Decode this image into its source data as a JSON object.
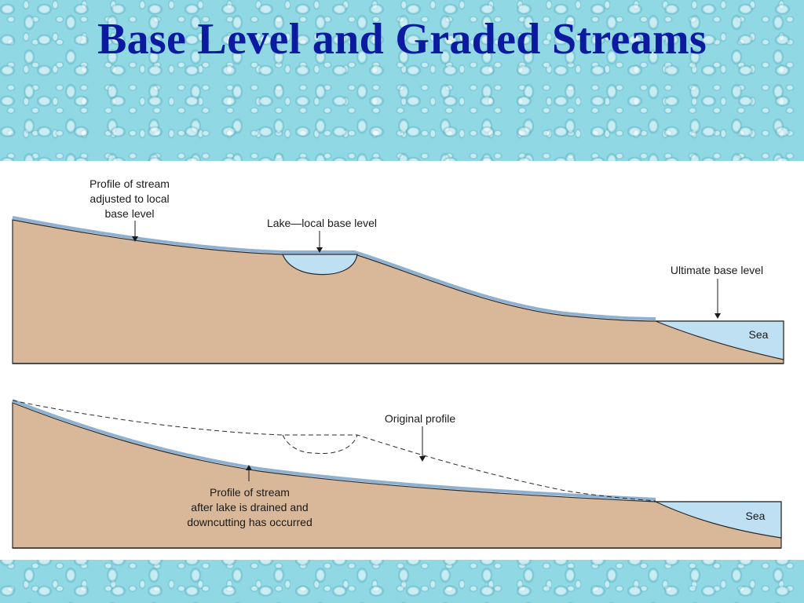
{
  "slide": {
    "title": "Base Level and Graded Streams"
  },
  "top_diagram": {
    "label_profile": [
      "Profile of stream",
      "adjusted to local",
      "base level"
    ],
    "label_lake": "Lake—local base level",
    "label_ultimate": "Ultimate base level",
    "label_sea": "Sea"
  },
  "bottom_diagram": {
    "label_original": "Original profile",
    "label_profile": [
      "Profile of stream",
      "after lake is drained and",
      "downcutting has occurred"
    ],
    "label_sea": "Sea"
  },
  "colors": {
    "title": "#0c1aa0",
    "land": "#d9b899",
    "water": "#bfe0f2",
    "stream_line": "#6f8fb0"
  }
}
